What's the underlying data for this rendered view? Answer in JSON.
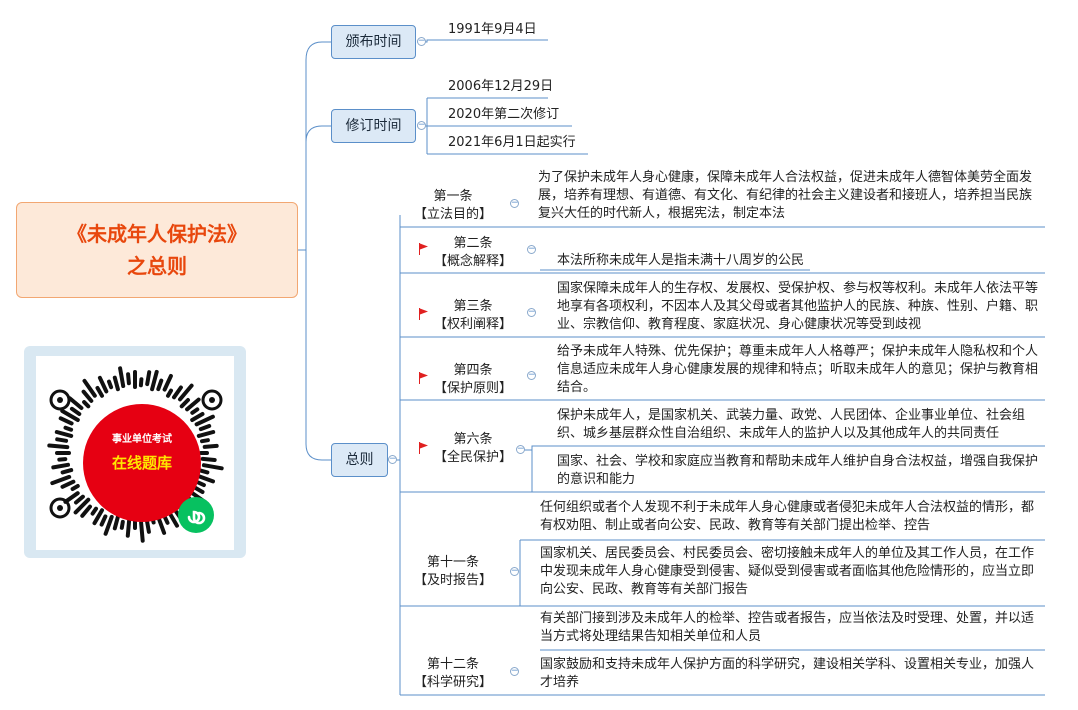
{
  "root": {
    "line1": "《未成年人保护法》",
    "line2": "之总则"
  },
  "branches": {
    "promulgate": {
      "label": "颁布时间",
      "items": [
        "1991年9月4日"
      ]
    },
    "revise": {
      "label": "修订时间",
      "items": [
        "2006年12月29日",
        "2020年第二次修订",
        "2021年6月1日起实行"
      ]
    },
    "general": {
      "label": "总则"
    }
  },
  "articles": [
    {
      "num": "第一条",
      "tag": "【立法目的】",
      "texts": [
        "为了保护未成年人身心健康，保障未成年人合法权益，促进未成年人德智体美劳全面发展，培养有理想、有道德、有文化、有纪律的社会主义建设者和接班人，培养担当民族复兴大任的时代新人，根据宪法，制定本法"
      ]
    },
    {
      "num": "第二条",
      "tag": "【概念解释】",
      "texts": [
        "本法所称未成年人是指未满十八周岁的公民"
      ]
    },
    {
      "num": "第三条",
      "tag": "【权利阐释】",
      "texts": [
        "国家保障未成年人的生存权、发展权、受保护权、参与权等权利。未成年人依法平等地享有各项权利，不因本人及其父母或者其他监护人的民族、种族、性别、户籍、职业、宗教信仰、教育程度、家庭状况、身心健康状况等受到歧视"
      ]
    },
    {
      "num": "第四条",
      "tag": "【保护原则】",
      "texts": [
        "给予未成年人特殊、优先保护；尊重未成年人人格尊严；保护未成年人隐私权和个人信息适应未成年人身心健康发展的规律和特点；听取未成年人的意见；保护与教育相结合。"
      ]
    },
    {
      "num": "第六条",
      "tag": "【全民保护】",
      "texts": [
        "保护未成年人，是国家机关、武装力量、政党、人民团体、企业事业单位、社会组织、城乡基层群众性自治组织、未成年人的监护人以及其他成年人的共同责任",
        "国家、社会、学校和家庭应当教育和帮助未成年人维护自身合法权益，增强自我保护的意识和能力"
      ]
    },
    {
      "num": "第十一条",
      "tag": "【及时报告】",
      "texts": [
        "任何组织或者个人发现不利于未成年人身心健康或者侵犯未成年人合法权益的情形，都有权劝阻、制止或者向公安、民政、教育等有关部门提出检举、控告",
        "国家机关、居民委员会、村民委员会、密切接触未成年人的单位及其工作人员，在工作中发现未成年人身心健康受到侵害、疑似受到侵害或者面临其他危险情形的，应当立即向公安、民政、教育等有关部门报告",
        "有关部门接到涉及未成年人的检举、控告或者报告，应当依法及时受理、处置，并以适当方式将处理结果告知相关单位和人员"
      ]
    },
    {
      "num": "第十二条",
      "tag": "【科学研究】",
      "texts": [
        "国家鼓励和支持未成年人保护方面的科学研究，建设相关学科、设置相关专业，加强人才培养"
      ]
    }
  ],
  "qr": {
    "line1": "事业单位考试",
    "line2": "在线题库"
  },
  "colors": {
    "accent": "#e8470d",
    "branch_border": "#5b8fc9",
    "line": "#5b8fc9",
    "flag": "#e02020",
    "qr_red": "#e60012"
  }
}
